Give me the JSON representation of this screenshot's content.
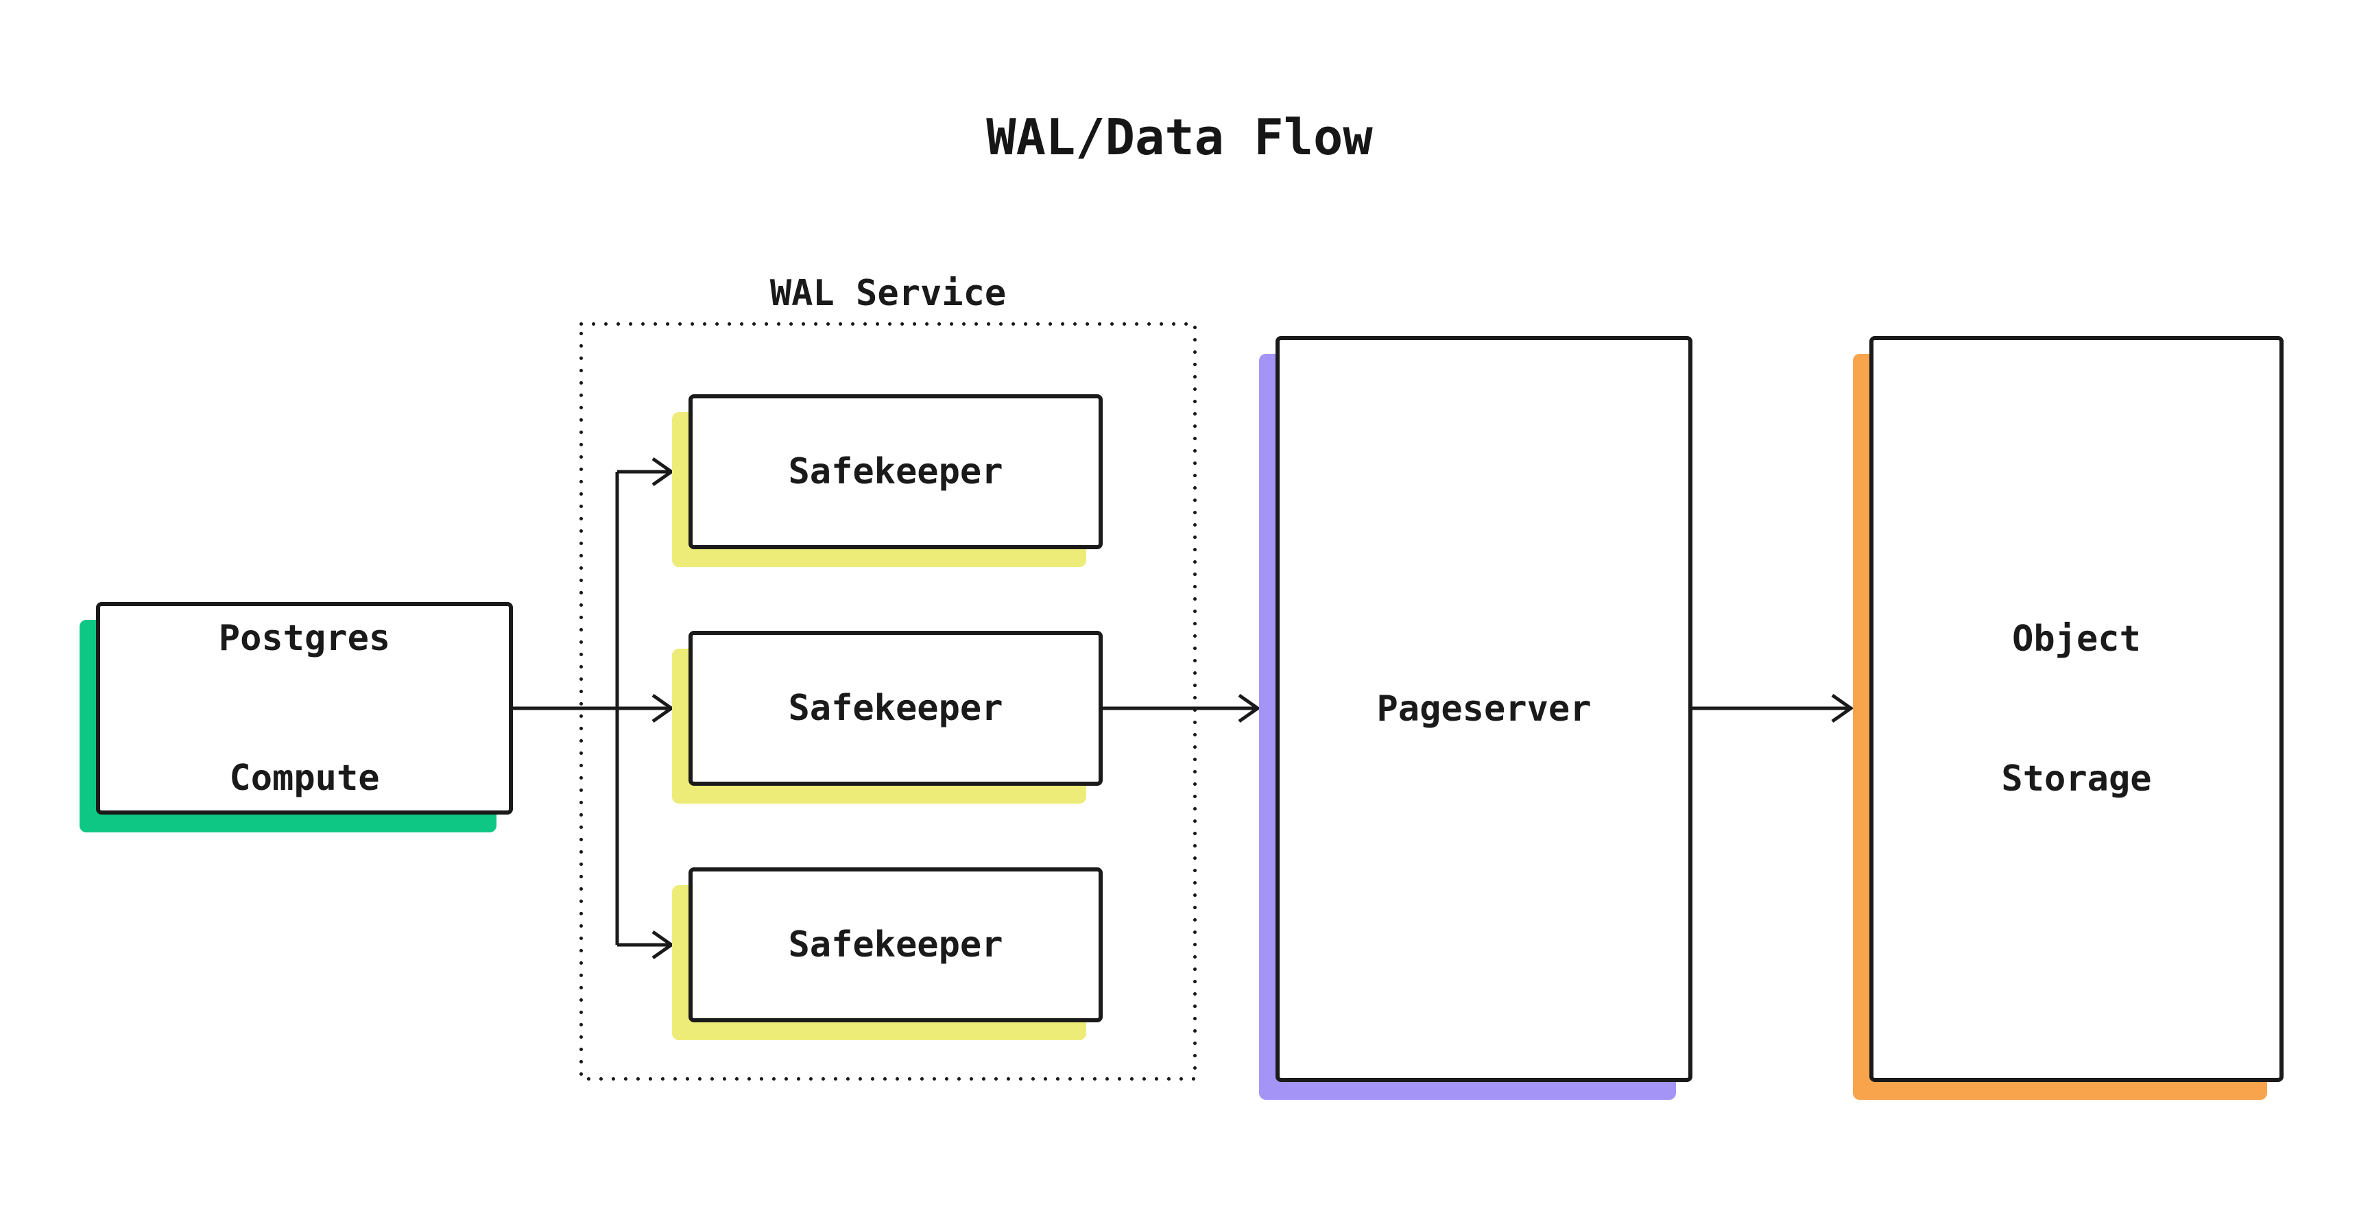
{
  "title": "WAL/Data Flow",
  "wal_service": {
    "label": "WAL Service"
  },
  "nodes": {
    "postgres_compute": {
      "lines": [
        "Postgres",
        "Compute"
      ],
      "accent": "#0EC784"
    },
    "safekeepers": [
      {
        "label": "Safekeeper",
        "accent": "#EEEC78"
      },
      {
        "label": "Safekeeper",
        "accent": "#EEEC78"
      },
      {
        "label": "Safekeeper",
        "accent": "#EEEC78"
      }
    ],
    "pageserver": {
      "label": "Pageserver",
      "accent": "#A494F6"
    },
    "object_storage": {
      "lines": [
        "Object",
        "Storage"
      ],
      "accent": "#F7A44C"
    }
  },
  "colors": {
    "ink": "#1A1A1A",
    "background": "#FFFFFF",
    "postgres_green": "#0EC784",
    "safekeeper_yellow": "#EEEC78",
    "pageserver_purple": "#A494F6",
    "object_storage_orange": "#F7A44C"
  }
}
